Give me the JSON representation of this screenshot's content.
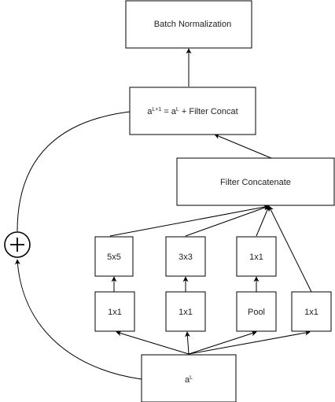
{
  "nodes": {
    "batch_norm": "Batch Normalization",
    "residual_sum": {
      "lhs_base": "a",
      "lhs_sup": "L+1",
      "eq": " = a",
      "rhs_sup": "L",
      "rest": " + Filter Concat"
    },
    "filter_concatenate": "Filter Concatenate",
    "conv5": "5x5",
    "conv3": "3x3",
    "conv1_top": "1x1",
    "reduce_a": "1x1",
    "reduce_b": "1x1",
    "pool": "Pool",
    "conv1_direct": "1x1",
    "input": {
      "base": "a",
      "sup": "L"
    }
  },
  "icons": {
    "add": "circled-plus-icon"
  }
}
